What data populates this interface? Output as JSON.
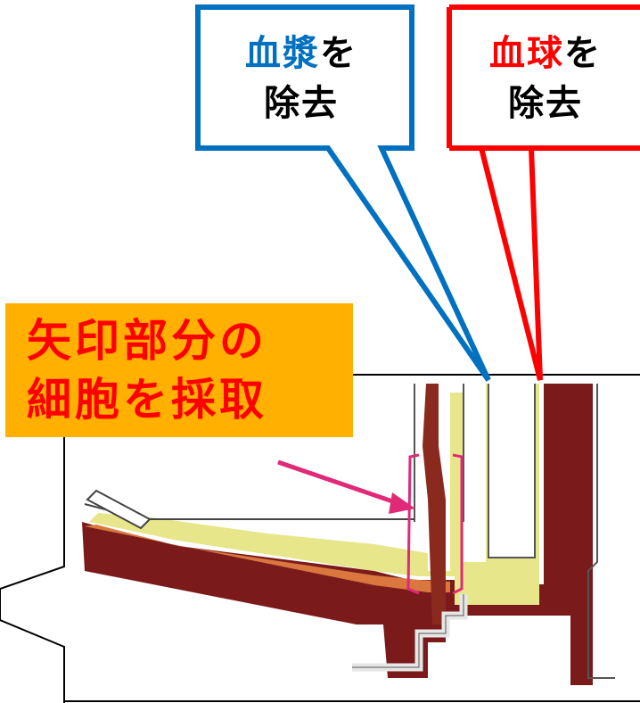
{
  "colors": {
    "plasma_accent": "#0070c0",
    "blood_cell_accent": "#ff0000",
    "label_text": "#ff0000",
    "label_background": "#ffb000",
    "blood_layer": "#7b1a1a",
    "yellow_layer": "#e8e68a",
    "orange_layer": "#d9773f",
    "arrow": "#e02a78"
  },
  "plasma_callout": {
    "line1_accent": "血漿",
    "line1_rest": "を",
    "line2": "除去"
  },
  "cell_callout": {
    "line1_accent": "血球",
    "line1_rest": "を",
    "line2": "除去"
  },
  "sample_label": {
    "line1": "矢印部分の",
    "line2": "細胞を採取"
  }
}
